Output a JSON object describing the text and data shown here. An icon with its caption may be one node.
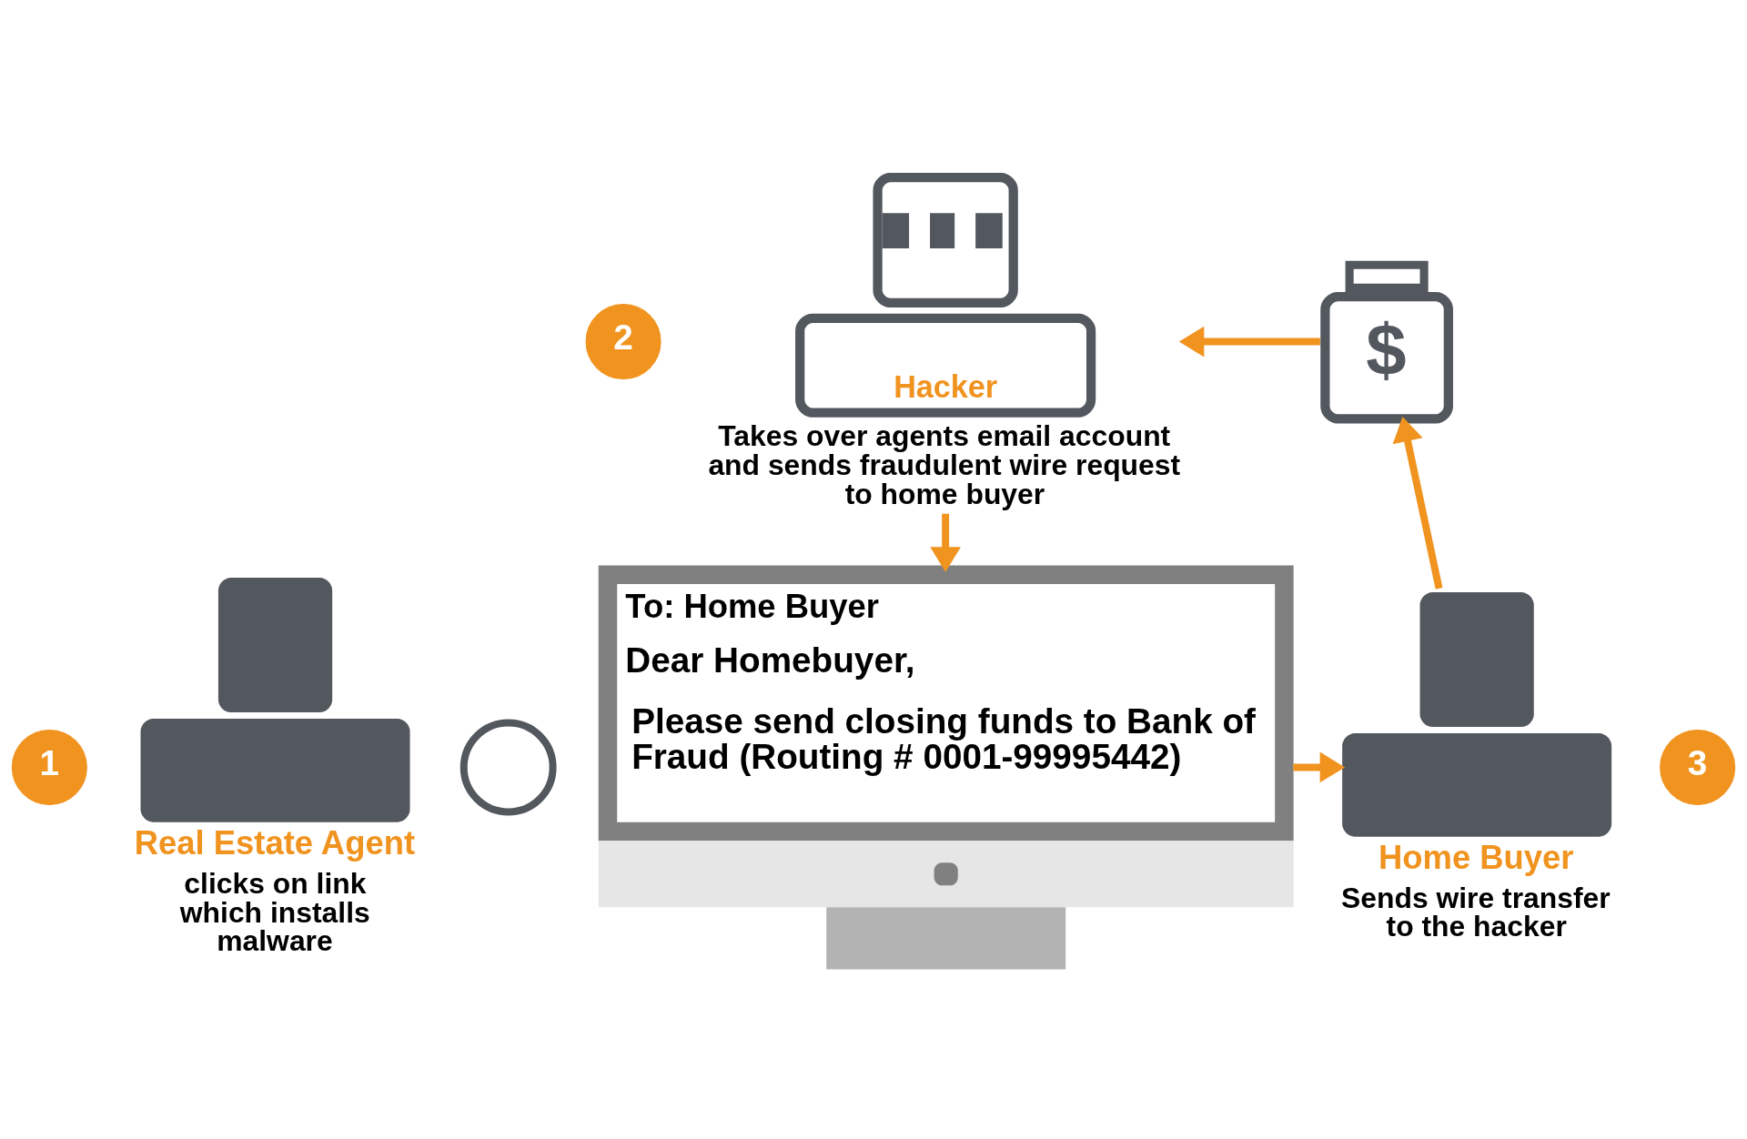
{
  "diagram": {
    "nodes": [
      {
        "text": [
          "2"
        ]
      },
      {
        "text": [
          "Hacker",
          "Takes over agents email account and sends fraudulent wire request to home buyer"
        ]
      },
      {
        "text": [
          "$"
        ]
      },
      {
        "text": [
          "1"
        ]
      },
      {
        "text": [
          "Real Estate Agent",
          "clicks on link which installs malware"
        ]
      },
      {
        "text": [],
        "shape": "circle"
      },
      {
        "text": [
          "To: Home Buyer",
          "Dear Homebuyer,",
          "Please send closing funds to Bank of Fraud (Routing # 0001-99995442)"
        ]
      },
      {
        "text": [
          "3"
        ]
      },
      {
        "text": [
          "Home Buyer",
          "Sends wire transfer to the hacker"
        ]
      }
    ],
    "edges": [
      {
        "from": 1,
        "to": 6,
        "arrow": "to"
      },
      {
        "from": 6,
        "to": 8,
        "arrow": "to"
      },
      {
        "from": 8,
        "to": 2,
        "arrow": "to"
      },
      {
        "from": 2,
        "to": 1,
        "arrow": "to"
      }
    ]
  }
}
